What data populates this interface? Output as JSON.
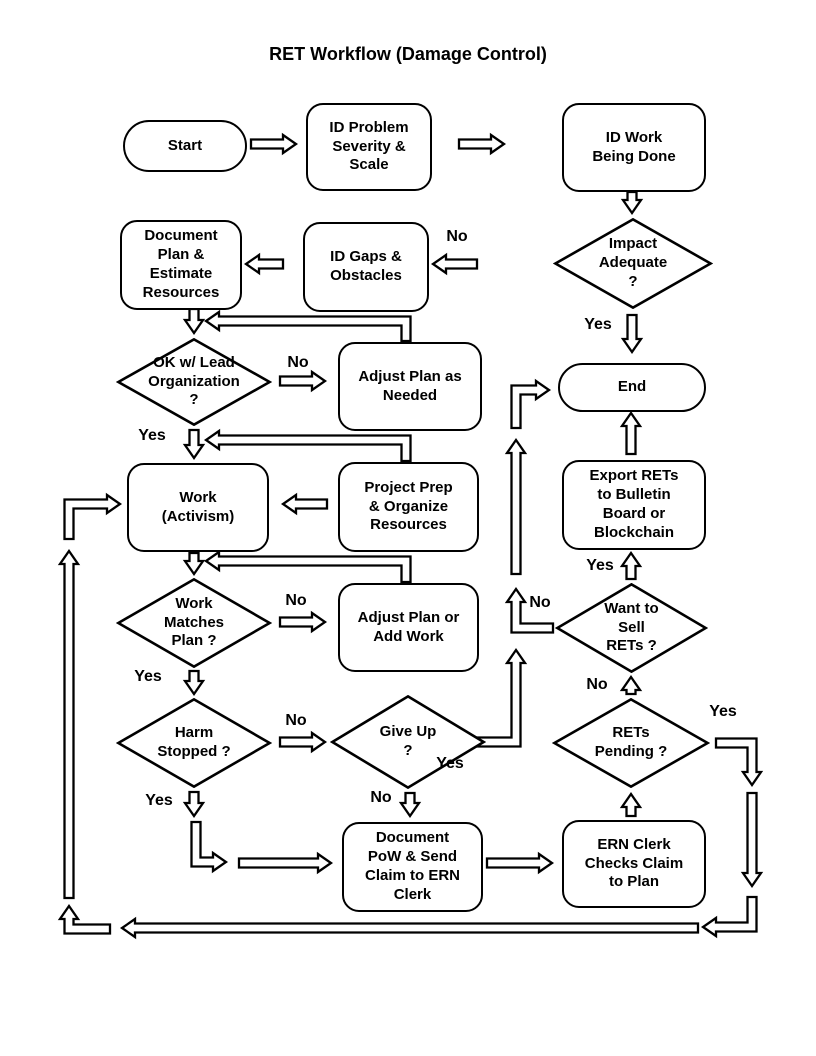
{
  "title": "RET Workflow (Damage Control)",
  "diagram_type": "flowchart",
  "colors": {
    "ink": "#000000",
    "background": "#ffffff"
  },
  "nodes": {
    "start": {
      "label": "Start",
      "shape": "terminator"
    },
    "id_problem": {
      "label": "ID Problem\nSeverity &\nScale",
      "shape": "process"
    },
    "id_work": {
      "label": "ID Work\nBeing Done",
      "shape": "process"
    },
    "impact_adequate": {
      "label": "Impact\nAdequate\n?",
      "shape": "decision"
    },
    "id_gaps": {
      "label": "ID Gaps &\nObstacles",
      "shape": "process"
    },
    "doc_plan": {
      "label": "Document\nPlan &\nEstimate\nResources",
      "shape": "process"
    },
    "ok_lead": {
      "label": "OK w/ Lead\nOrganization\n?",
      "shape": "decision"
    },
    "adjust_needed": {
      "label": "Adjust Plan as\nNeeded",
      "shape": "process"
    },
    "end": {
      "label": "End",
      "shape": "terminator"
    },
    "work": {
      "label": "Work\n(Activism)",
      "shape": "process"
    },
    "project_prep": {
      "label": "Project Prep\n& Organize\nResources",
      "shape": "process"
    },
    "export_rets": {
      "label": "Export RETs\nto Bulletin\nBoard or\nBlockchain",
      "shape": "process"
    },
    "work_matches": {
      "label": "Work\nMatches\nPlan ?",
      "shape": "decision"
    },
    "adjust_add": {
      "label": "Adjust Plan or\nAdd Work",
      "shape": "process"
    },
    "want_sell": {
      "label": "Want to\nSell\nRETs ?",
      "shape": "decision"
    },
    "harm_stopped": {
      "label": "Harm\nStopped ?",
      "shape": "decision"
    },
    "give_up": {
      "label": "Give Up\n?",
      "shape": "decision"
    },
    "rets_pending": {
      "label": "RETs\nPending ?",
      "shape": "decision"
    },
    "doc_pow": {
      "label": "Document\nPoW & Send\nClaim to ERN\nClerk",
      "shape": "process"
    },
    "ern_clerk": {
      "label": "ERN Clerk\nChecks Claim\nto Plan",
      "shape": "process"
    }
  },
  "edge_labels": {
    "impact_no": "No",
    "impact_yes": "Yes",
    "ok_lead_no": "No",
    "ok_lead_yes": "Yes",
    "work_matches_no": "No",
    "work_matches_yes": "Yes",
    "harm_no": "No",
    "harm_yes": "Yes",
    "give_up_no": "No",
    "give_up_yes": "Yes",
    "want_sell_no": "No",
    "want_sell_yes": "Yes",
    "rets_pending_no": "No",
    "rets_pending_yes": "Yes"
  }
}
